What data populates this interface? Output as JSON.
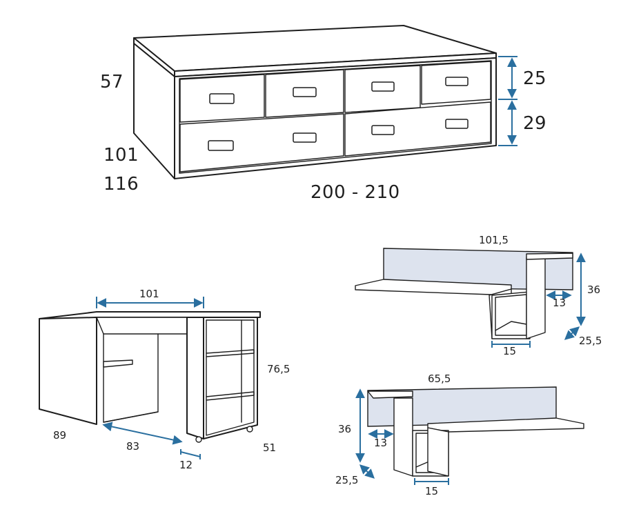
{
  "bed_unit": {
    "depth_label": "57",
    "width_label_a": "101",
    "width_label_b": "116",
    "length_label": "200 - 210",
    "top_drawer_height_label": "25",
    "bottom_drawer_height_label": "29"
  },
  "desk": {
    "top_width_label": "101",
    "height_label": "76,5",
    "side_depth_label": "89",
    "inner_depth_label": "83",
    "caster_label": "12",
    "module_depth_label": "51"
  },
  "shelf_upper": {
    "length_label": "101,5",
    "height_label": "36",
    "inner_width_label": "13",
    "depth_label": "25,5",
    "cubby_label": "15"
  },
  "shelf_lower": {
    "length_label": "65,5",
    "height_label": "36",
    "inner_width_label": "13",
    "depth_label": "25,5",
    "cubby_label": "15"
  },
  "colors": {
    "line": "#1d1d1d",
    "dimension_arrow": "#2a6f9f",
    "back_panel": "#dde3ee"
  }
}
